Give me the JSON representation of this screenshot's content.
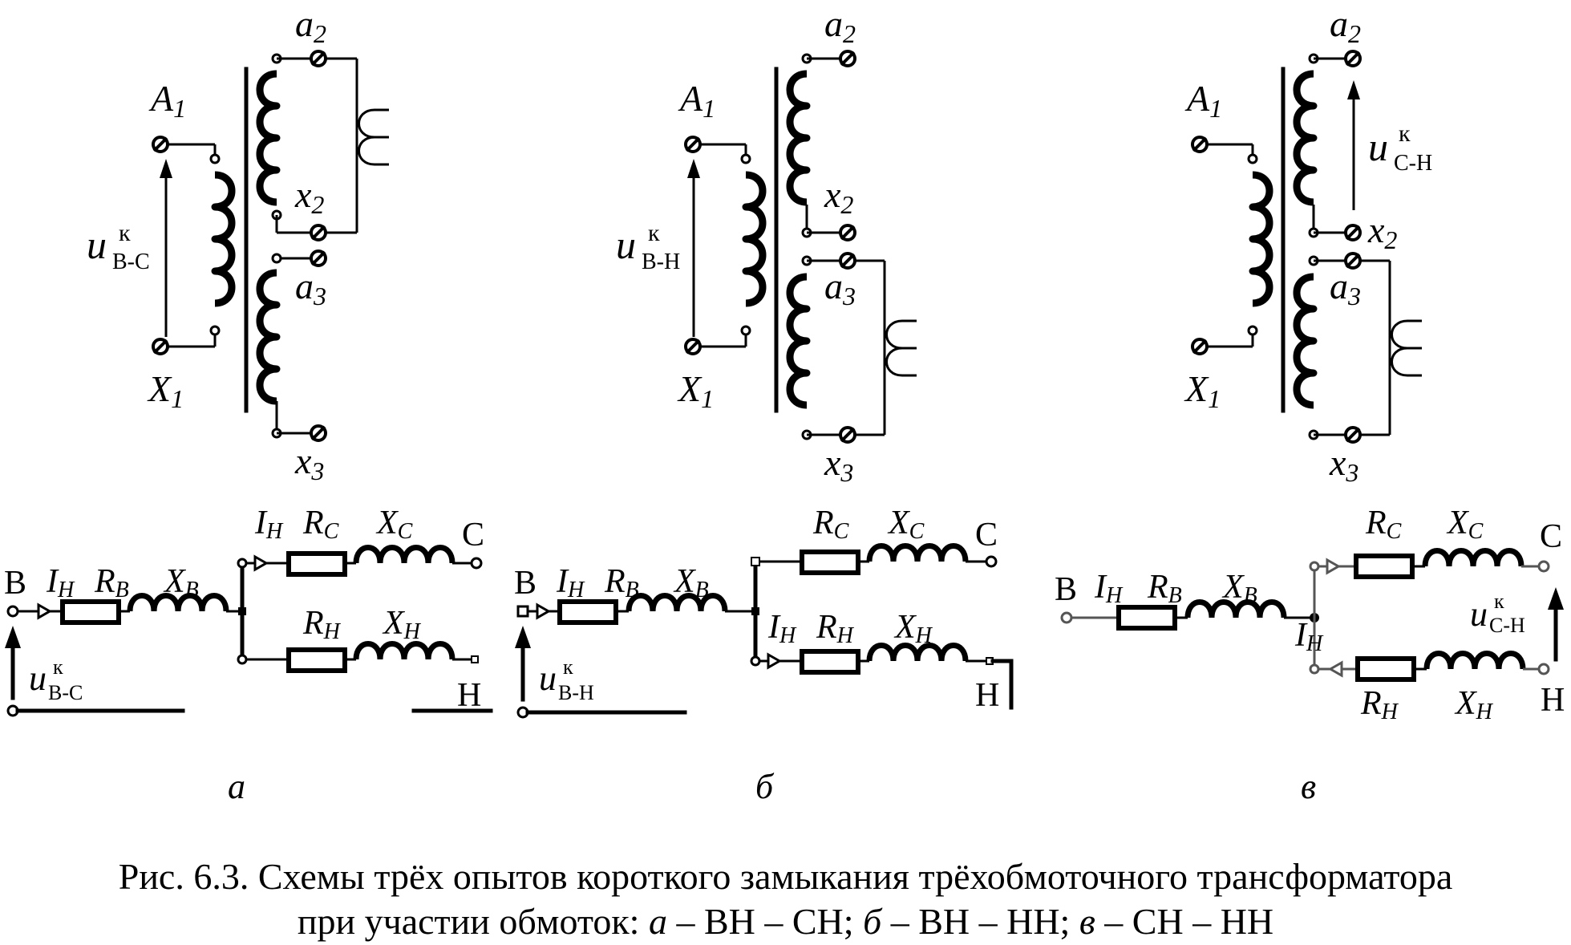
{
  "figure": {
    "caption_line1": "Рис. 6.3. Схемы трёх опытов короткого замыкания трёхобмоточного трансформатора",
    "caption_line2_prefix": "при участии обмоток: ",
    "caption_line2_a": "а",
    "caption_line2_a_text": " – ВН – СН; ",
    "caption_line2_b": "б",
    "caption_line2_b_text": " – ВН – НН; ",
    "caption_line2_c": "в",
    "caption_line2_c_text": " – СН – НН"
  },
  "panels": [
    {
      "id": "a",
      "label": "а",
      "transformer": {
        "A1": "A",
        "A1_sub": "1",
        "X1": "X",
        "X1_sub": "1",
        "a2": "a",
        "a2_sub": "2",
        "x2": "x",
        "x2_sub": "2",
        "a3": "a",
        "a3_sub": "3",
        "x3": "x",
        "x3_sub": "3",
        "voltage": "u",
        "voltage_sup": "к",
        "voltage_sub": "В-С"
      },
      "equivalent": {
        "input": "В",
        "current": "I",
        "current_sub": "Н",
        "R_in": "R",
        "R_in_sub": "В",
        "X_in": "X",
        "X_in_sub": "В",
        "R_top": "R",
        "R_top_sub": "С",
        "X_top": "X",
        "X_top_sub": "С",
        "top_out": "С",
        "R_bot": "R",
        "R_bot_sub": "Н",
        "X_bot": "X",
        "X_bot_sub": "Н",
        "bot_out": "Н",
        "top_current": "I",
        "top_current_sub": "Н",
        "voltage": "u",
        "voltage_sup": "к",
        "voltage_sub": "В-С"
      }
    },
    {
      "id": "b",
      "label": "б",
      "transformer": {
        "A1": "A",
        "A1_sub": "1",
        "X1": "X",
        "X1_sub": "1",
        "a2": "a",
        "a2_sub": "2",
        "x2": "x",
        "x2_sub": "2",
        "a3": "a",
        "a3_sub": "3",
        "x3": "x",
        "x3_sub": "3",
        "voltage": "u",
        "voltage_sup": "к",
        "voltage_sub": "В-Н"
      },
      "equivalent": {
        "input": "В",
        "current": "I",
        "current_sub": "Н",
        "R_in": "R",
        "R_in_sub": "В",
        "X_in": "X",
        "X_in_sub": "В",
        "R_top": "R",
        "R_top_sub": "С",
        "X_top": "X",
        "X_top_sub": "С",
        "top_out": "С",
        "R_bot": "R",
        "R_bot_sub": "Н",
        "X_bot": "X",
        "X_bot_sub": "Н",
        "bot_out": "Н",
        "bot_current": "I",
        "bot_current_sub": "Н",
        "voltage": "u",
        "voltage_sup": "к",
        "voltage_sub": "В-Н"
      }
    },
    {
      "id": "c",
      "label": "в",
      "transformer": {
        "A1": "A",
        "A1_sub": "1",
        "X1": "X",
        "X1_sub": "1",
        "a2": "a",
        "a2_sub": "2",
        "x2": "x",
        "x2_sub": "2",
        "a3": "a",
        "a3_sub": "3",
        "x3": "x",
        "x3_sub": "3",
        "voltage": "u",
        "voltage_sup": "к",
        "voltage_sub": "С-Н"
      },
      "equivalent": {
        "input": "В",
        "current": "I",
        "current_sub": "Н",
        "R_in": "R",
        "R_in_sub": "В",
        "X_in": "X",
        "X_in_sub": "В",
        "R_top": "R",
        "R_top_sub": "С",
        "X_top": "X",
        "X_top_sub": "С",
        "top_out": "С",
        "R_bot": "R",
        "R_bot_sub": "Н",
        "X_bot": "X",
        "X_bot_sub": "Н",
        "bot_out": "Н",
        "mid_current": "I",
        "mid_current_sub": "Н",
        "voltage": "u",
        "voltage_sup": "к",
        "voltage_sub": "С-Н"
      }
    }
  ]
}
